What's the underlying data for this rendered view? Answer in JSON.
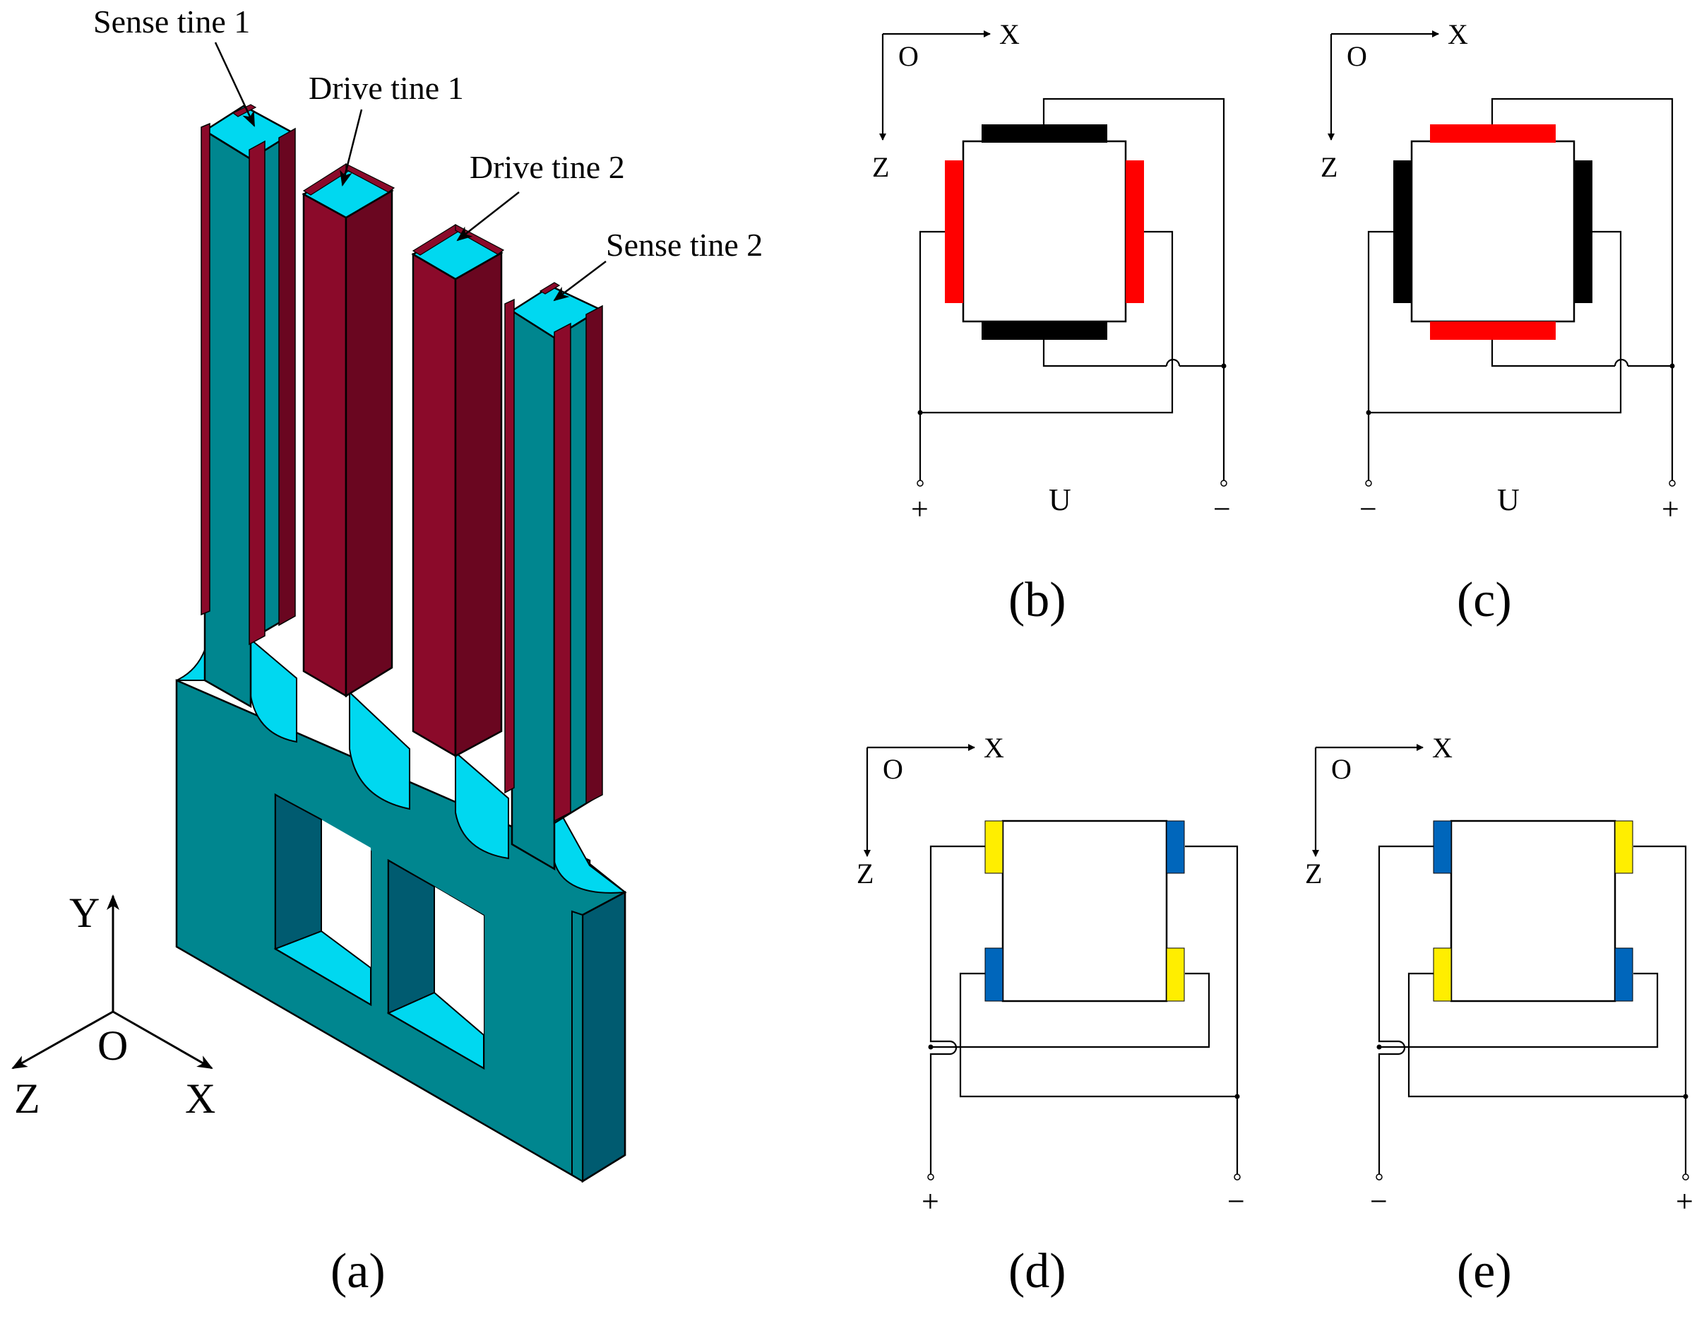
{
  "colors": {
    "body": "#00868f",
    "body_dark": "#005b70",
    "top_face": "#00d8f0",
    "electrode": "#8b0a2a",
    "electrode_dark": "#6a0620",
    "drive_red": "#ff0000",
    "drive_black": "#000000",
    "sense_yellow": "#ffee00",
    "sense_blue": "#0066bb"
  },
  "panel_a": {
    "labels": {
      "sense_tine_1": "Sense tine 1",
      "drive_tine_1": "Drive tine 1",
      "drive_tine_2": "Drive tine 2",
      "sense_tine_2": "Sense tine 2"
    },
    "axes": {
      "y": "Y",
      "origin": "O",
      "z": "Z",
      "x": "X"
    },
    "caption": "(a)"
  },
  "panel_b": {
    "axes": {
      "origin": "O",
      "x": "X",
      "z": "Z"
    },
    "electrodes": {
      "top_bottom": "black",
      "left_right": "red"
    },
    "terminal_left": "+",
    "terminal_right": "−",
    "voltage": "U",
    "caption": "(b)"
  },
  "panel_c": {
    "axes": {
      "origin": "O",
      "x": "X",
      "z": "Z"
    },
    "electrodes": {
      "top_bottom": "red",
      "left_right": "black"
    },
    "terminal_left": "−",
    "terminal_right": "+",
    "voltage": "U",
    "caption": "(c)"
  },
  "panel_d": {
    "axes": {
      "origin": "O",
      "x": "X",
      "z": "Z"
    },
    "electrodes": {
      "top_left": "yellow",
      "top_right": "blue",
      "bottom_left": "blue",
      "bottom_right": "yellow"
    },
    "terminal_left": "+",
    "terminal_right": "−",
    "caption": "(d)"
  },
  "panel_e": {
    "axes": {
      "origin": "O",
      "x": "X",
      "z": "Z"
    },
    "electrodes": {
      "top_left": "blue",
      "top_right": "yellow",
      "bottom_left": "yellow",
      "bottom_right": "blue"
    },
    "terminal_left": "−",
    "terminal_right": "+",
    "caption": "(e)"
  }
}
